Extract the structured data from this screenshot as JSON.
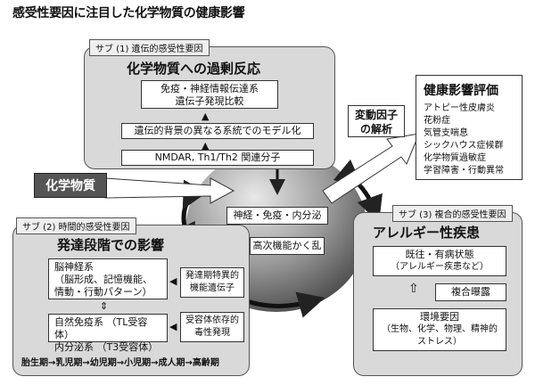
{
  "title": "感受性要因に注目した化学物質の健康影響",
  "sub1": {
    "tag": "サブ (1) 遺伝的感受性要因",
    "heading": "化学物質への過剰反応",
    "box1": [
      "免疫・神経情報伝達系",
      "遺伝子発現比較"
    ],
    "box2": "遺伝的背景の異なる系統でのモデル化",
    "box3": "NMDAR, Th1/Th2 関連分子"
  },
  "chemical": "化学物質",
  "modifier": [
    "変動因子",
    "の解析"
  ],
  "health": {
    "heading": "健康影響評価",
    "items": [
      "アトピー性皮膚炎",
      "花粉症",
      "気管支喘息",
      "シックハウス症候群",
      "化学物質過敏症",
      "学習障害・行動異常"
    ]
  },
  "center": {
    "label1": "神経・免疫・内分泌",
    "label2": "高次機能かく乱"
  },
  "sub2": {
    "tag": "サブ (2) 時間的感受性要因",
    "heading": "発達段階での影響",
    "left_box1": [
      "脳神経系",
      "（脳形成、記憶機能、",
      "情動・行動パターン）"
    ],
    "left_box2": [
      "自然免疫系 （TL受容体）",
      "内分泌系 （T3受容体）"
    ],
    "right_box1": [
      "発達期特異的",
      "機能遺伝子"
    ],
    "right_box2": [
      "受容体依存的",
      "毒性発現"
    ],
    "timeline": "胎生期→乳児期→幼児期→小児期→成人期→高齢期"
  },
  "sub3": {
    "tag": "サブ (3) 複合的感受性要因",
    "heading": "アレルギー性疾患",
    "box1": [
      "既往・有病状態",
      "（アレルギー疾患など）"
    ],
    "box2": "複合曝露",
    "box3": [
      "環境要因",
      "（生物、化学、物理、精神的",
      "ストレス）"
    ]
  }
}
